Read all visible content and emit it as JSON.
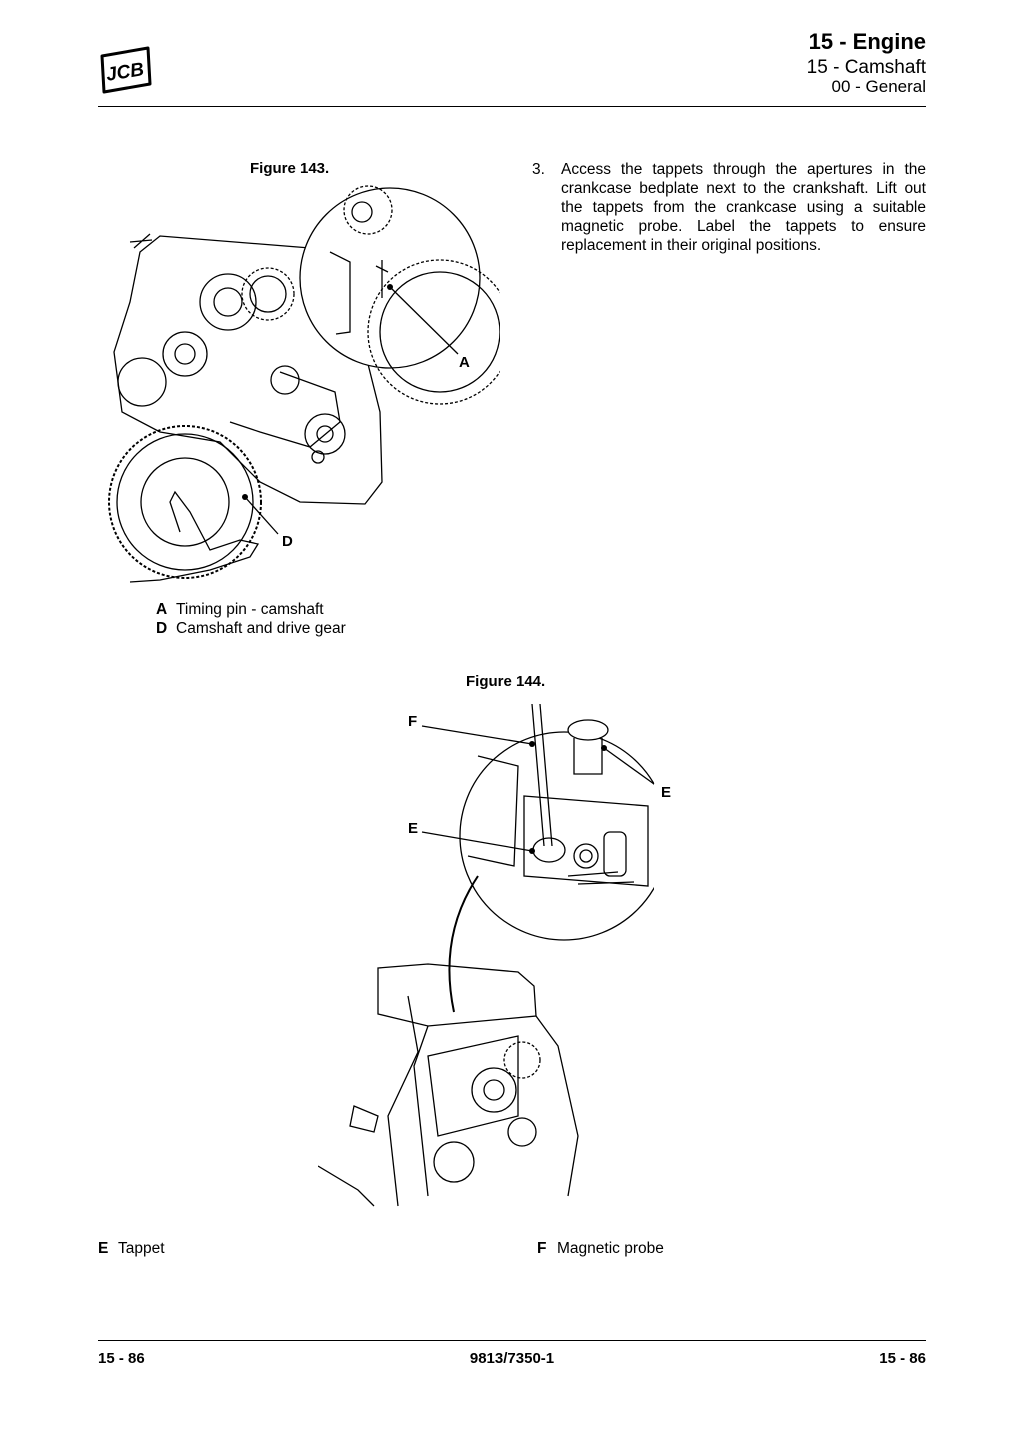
{
  "header": {
    "logo_text": "JCB",
    "chapter": "15 - Engine",
    "section": "15 - Camshaft",
    "subsection": "00 - General"
  },
  "figure143": {
    "title": "Figure 143.",
    "callout_a": "A",
    "callout_d": "D",
    "legend": [
      {
        "key": "A",
        "text": "Timing pin - camshaft"
      },
      {
        "key": "D",
        "text": "Camshaft and drive gear"
      }
    ]
  },
  "step3": {
    "number": "3.",
    "text": "Access the tappets through the apertures in the crankcase bedplate next to the crankshaft. Lift out the tappets from the crankcase using a suitable magnetic probe. Label the tappets to ensure replacement in their original positions."
  },
  "figure144": {
    "title": "Figure 144.",
    "callout_f": "F",
    "callout_e1": "E",
    "callout_e2": "E",
    "legend": [
      {
        "key": "E",
        "text": "Tappet"
      },
      {
        "key": "F",
        "text": "Magnetic probe"
      }
    ]
  },
  "footer": {
    "left": "15 - 86",
    "center": "9813/7350-1",
    "right": "15 - 86"
  }
}
